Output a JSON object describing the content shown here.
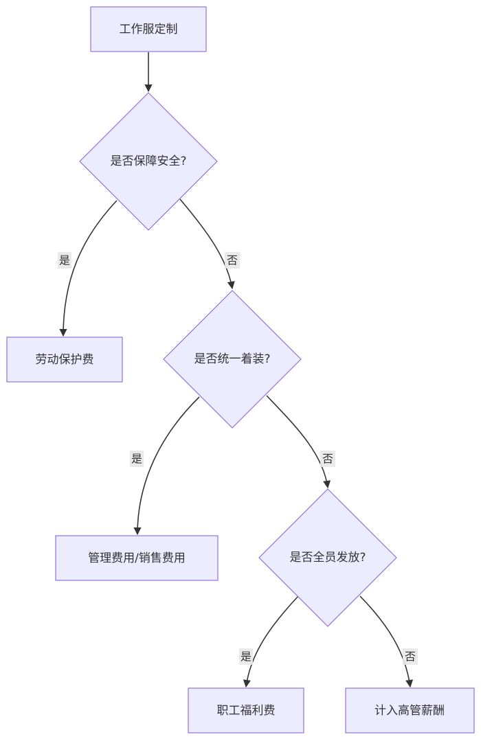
{
  "nodes": {
    "start": "工作服定制",
    "q_safety": "是否保障安全?",
    "labor_protection": "劳动保护费",
    "q_uniform": "是否统一着装?",
    "admin_sales": "管理费用/销售费用",
    "q_all_staff": "是否全员发放?",
    "welfare": "职工福利费",
    "exec_salary": "计入高管薪酬"
  },
  "edges": {
    "safety_yes": "是",
    "safety_no": "否",
    "uniform_yes": "是",
    "uniform_no": "否",
    "all_yes": "是",
    "all_no": "否"
  }
}
